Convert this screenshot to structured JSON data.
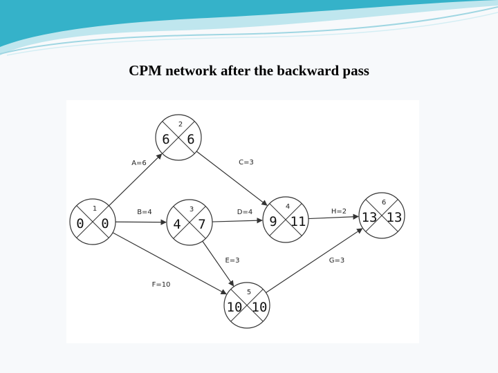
{
  "title": "CPM network after the backward pass",
  "colors": {
    "banner_dark": "#1fa7c1",
    "banner_light": "#bfe6ee",
    "stroke": "#333333"
  },
  "nodes": [
    {
      "id": "1",
      "left": "0",
      "right": "0"
    },
    {
      "id": "2",
      "left": "6",
      "right": "6"
    },
    {
      "id": "3",
      "left": "4",
      "right": "7"
    },
    {
      "id": "4",
      "left": "9",
      "right": "11"
    },
    {
      "id": "5",
      "left": "10",
      "right": "10"
    },
    {
      "id": "6",
      "left": "13",
      "right": "13"
    }
  ],
  "activities": [
    {
      "label": "A=6",
      "from": "1",
      "to": "2"
    },
    {
      "label": "B=4",
      "from": "1",
      "to": "3"
    },
    {
      "label": "C=3",
      "from": "2",
      "to": "4"
    },
    {
      "label": "D=4",
      "from": "3",
      "to": "4"
    },
    {
      "label": "E=3",
      "from": "3",
      "to": "5"
    },
    {
      "label": "F=10",
      "from": "1",
      "to": "5"
    },
    {
      "label": "G=3",
      "from": "5",
      "to": "6"
    },
    {
      "label": "H=2",
      "from": "4",
      "to": "6"
    }
  ]
}
